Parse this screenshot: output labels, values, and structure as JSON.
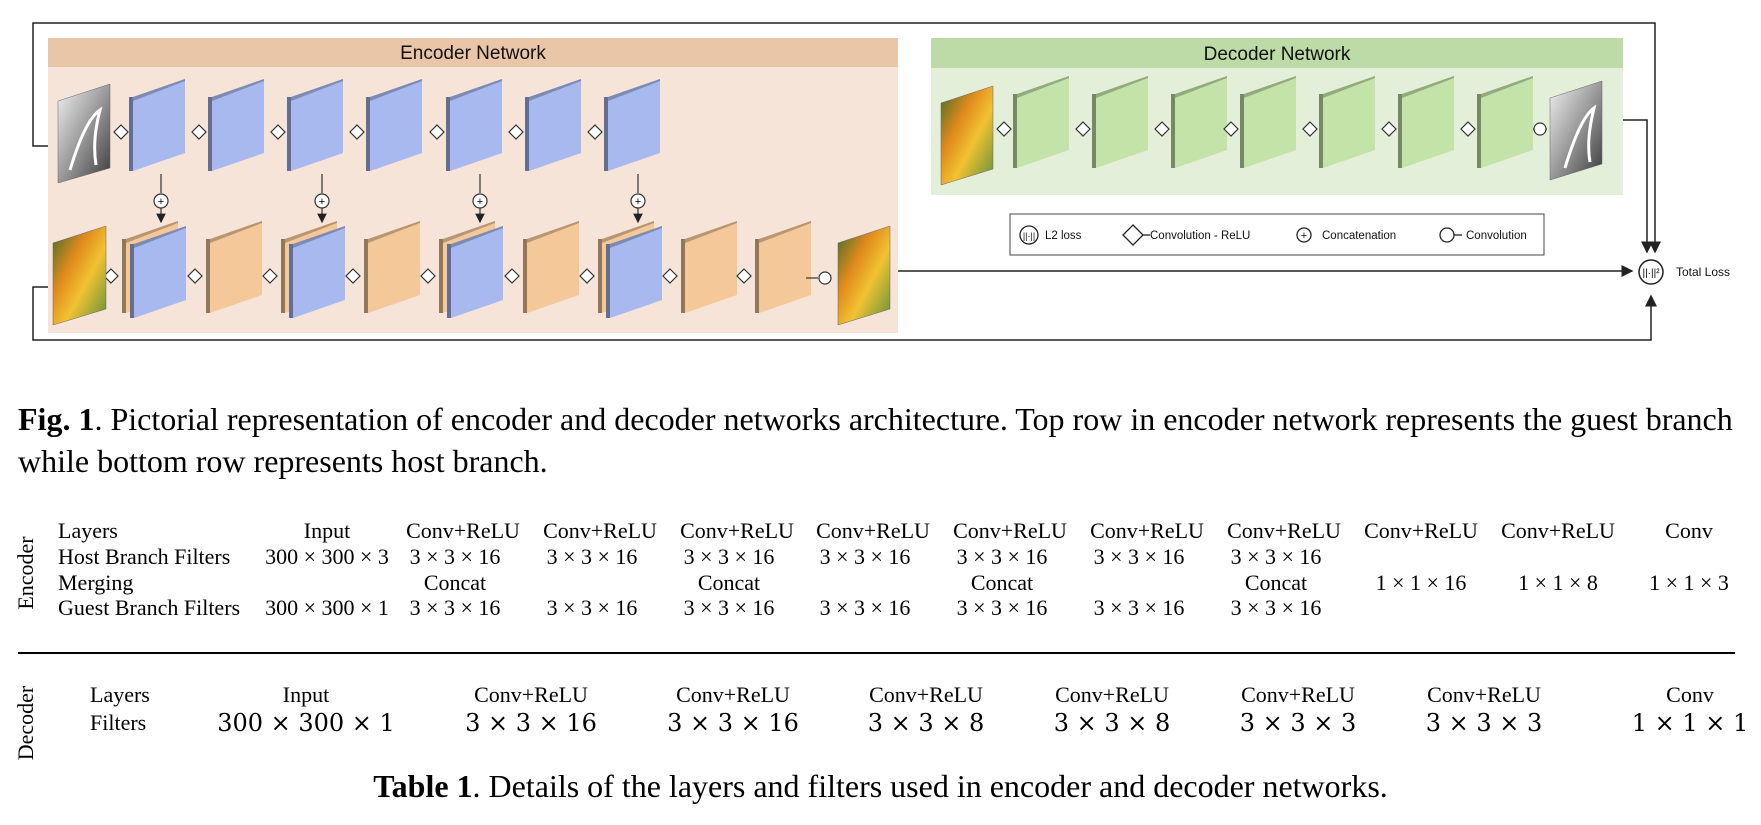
{
  "figure": {
    "encoder_title": "Encoder Network",
    "decoder_title": "Decoder Network",
    "legend": {
      "l2": "L2 loss",
      "conv_relu": "Convolution - ReLU",
      "concat": "Concatenation",
      "conv": "Convolution"
    },
    "total_loss": "Total Loss",
    "colors": {
      "encoder_bg": "#f5e4d7",
      "encoder_header": "#e9c6a7",
      "decoder_bg": "#e3efd9",
      "decoder_header": "#bcdba6",
      "blue_block": "#a7b9ee",
      "orange_block": "#f4c898",
      "green_block": "#c4e3a8"
    }
  },
  "caption": {
    "label": "Fig. 1",
    "text": ". Pictorial representation of encoder and decoder networks architecture. Top row in encoder network represents the guest branch while bottom row represents host branch."
  },
  "encoder_table": {
    "side_label": "Encoder",
    "row_labels": [
      "Layers",
      "Host Branch Filters",
      "Merging",
      "Guest Branch Filters"
    ],
    "columns": [
      {
        "layer": "Input",
        "host": "300 × 300 × 3",
        "merge": "",
        "guest": "300 × 300 × 1"
      },
      {
        "layer": "Conv+ReLU",
        "host": "3 × 3 × 16",
        "merge": "Concat",
        "guest": "3 × 3 × 16"
      },
      {
        "layer": "Conv+ReLU",
        "host": "3 × 3 × 16",
        "merge": "",
        "guest": "3 × 3 × 16"
      },
      {
        "layer": "Conv+ReLU",
        "host": "3 × 3 × 16",
        "merge": "Concat",
        "guest": "3 × 3 × 16"
      },
      {
        "layer": "Conv+ReLU",
        "host": "3 × 3 × 16",
        "merge": "",
        "guest": "3 × 3 × 16"
      },
      {
        "layer": "Conv+ReLU",
        "host": "3 × 3 × 16",
        "merge": "Concat",
        "guest": "3 × 3 × 16"
      },
      {
        "layer": "Conv+ReLU",
        "host": "3 × 3 × 16",
        "merge": "",
        "guest": "3 × 3 × 16"
      },
      {
        "layer": "Conv+ReLU",
        "host": "3 × 3 × 16",
        "merge": "Concat",
        "guest": "3 × 3 × 16"
      },
      {
        "layer": "Conv+ReLU",
        "host": "",
        "merge": "1 × 1 × 16",
        "guest": ""
      },
      {
        "layer": "Conv+ReLU",
        "host": "",
        "merge": "1 × 1 × 8",
        "guest": ""
      },
      {
        "layer": "Conv",
        "host": "",
        "merge": "1 × 1 × 3",
        "guest": ""
      }
    ]
  },
  "decoder_table": {
    "side_label": "Decoder",
    "row_labels": [
      "Layers",
      "Filters"
    ],
    "columns": [
      {
        "layer": "Input",
        "filters": "300 × 300 × 1"
      },
      {
        "layer": "Conv+ReLU",
        "filters": "3 × 3 × 16"
      },
      {
        "layer": "Conv+ReLU",
        "filters": "3 × 3 × 16"
      },
      {
        "layer": "Conv+ReLU",
        "filters": "3 × 3 × 8"
      },
      {
        "layer": "Conv+ReLU",
        "filters": "3 × 3 × 8"
      },
      {
        "layer": "Conv+ReLU",
        "filters": "3 × 3 × 3"
      },
      {
        "layer": "Conv+ReLU",
        "filters": "3 × 3 × 3"
      },
      {
        "layer": "Conv",
        "filters": "1 × 1 × 1"
      }
    ]
  },
  "table_caption": {
    "label": "Table 1",
    "text": ". Details of the layers and filters used in encoder and decoder networks."
  }
}
